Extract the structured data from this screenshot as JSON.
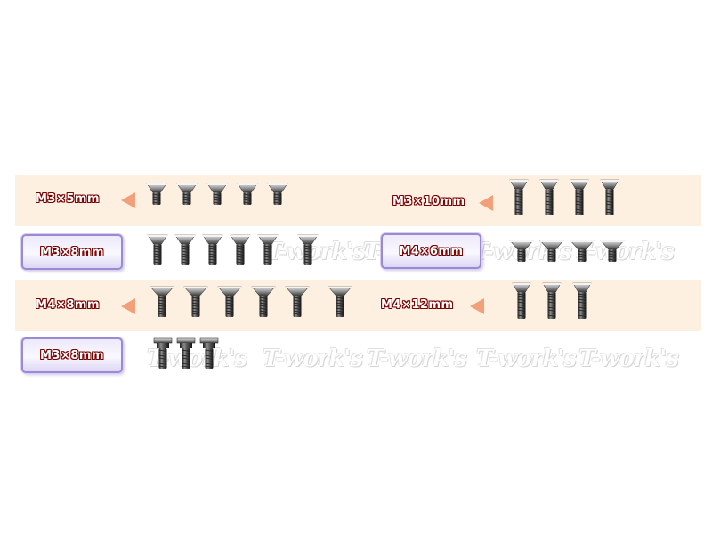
{
  "watermark_text": "T-work's",
  "rows": [
    {
      "id": "row1-left",
      "label": "M3×5mm",
      "style": "band",
      "count": 5,
      "head": "flat",
      "length": "short"
    },
    {
      "id": "row1-right",
      "label": "M3×10mm",
      "style": "band",
      "count": 4,
      "head": "flat",
      "length": "long"
    },
    {
      "id": "row2-left",
      "label": "M3×8mm",
      "style": "box",
      "count": 6,
      "head": "flat",
      "length": "medium"
    },
    {
      "id": "row2-right",
      "label": "M4×6mm",
      "style": "box",
      "count": 4,
      "head": "flat",
      "length": "short"
    },
    {
      "id": "row3-left",
      "label": "M4×8mm",
      "style": "band",
      "count": 6,
      "head": "flat",
      "length": "medium"
    },
    {
      "id": "row3-right",
      "label": "M4×12mm",
      "style": "band",
      "count": 3,
      "head": "flat",
      "length": "long"
    },
    {
      "id": "row4-left",
      "label": "M3×8mm",
      "style": "box",
      "count": 3,
      "head": "flanged",
      "length": "medium"
    }
  ],
  "colors": {
    "band": "#fdf0e1",
    "arrow": "#f2a07a",
    "label_outline": "#7a0000",
    "box_border": "#9b8ad3",
    "screw": "#3a3a3a"
  }
}
